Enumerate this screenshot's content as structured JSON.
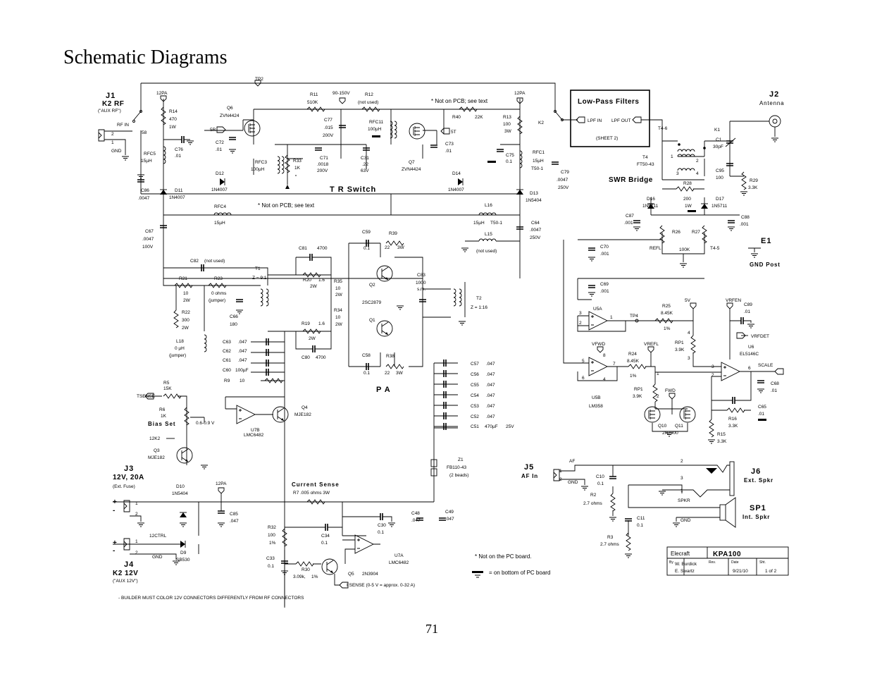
{
  "page": {
    "title": "Schematic Diagrams",
    "page_number": "71"
  },
  "sections": {
    "tr_switch": "T R  Switch",
    "pa": "P A",
    "lpf": "Low-Pass  Filters",
    "lpf_in": "LPF  IN",
    "lpf_out": "LPF  OUT",
    "lpf_sheet": "(SHEET  2)",
    "swr": "SWR  Bridge",
    "bias": "Bias  Set",
    "bias_range": "0.6-0.9  V",
    "current": "Current  Sense",
    "current_sub": "R7  .005 ohms    3W",
    "isense_note": "I SENSE    (0-5  V  = approx.  0-32  A)",
    "not_on_pcb": "* Not on  PCB; see text",
    "builder_note": "- BUILDER  MUST  COLOR 12V  CONNECTORS DIFFERENTLY    FROM RF CONNECTORS"
  },
  "connectors": {
    "j1": {
      "ref": "J1",
      "name": "K2  RF",
      "sub": "(\"AUX  RF\")",
      "rf_in": "RF  IN",
      "gnd": "GND"
    },
    "j2": {
      "ref": "J2",
      "name": "Antenna"
    },
    "j3": {
      "ref": "J3",
      "name": "12V,  20A",
      "sub": "(Ext.  Fuse)"
    },
    "j4": {
      "ref": "J4",
      "name": "K2  12V",
      "sub": "(\"AUX  12V\")",
      "gnd": "GND"
    },
    "j5": {
      "ref": "J5",
      "name": "AF  In",
      "af": "AF",
      "gnd": "GND"
    },
    "j6": {
      "ref": "J6",
      "name": "Ext.  Spkr"
    },
    "sp1": {
      "ref": "SP1",
      "name": "Int.  Spkr",
      "spkr": "SPKR",
      "gnd": "GND"
    },
    "e1": {
      "ref": "E1",
      "name": "GND  Post"
    }
  },
  "nets": [
    "TP2",
    "12PA",
    "12PA",
    "12PA",
    "5R",
    "5T",
    "58",
    "TSENSE",
    "12K2",
    "12CTRL",
    "VFWD",
    "VREFL",
    "5V",
    "VRFEN",
    "VRFDET",
    "SCALE",
    "TP4",
    "FWD",
    "REFL",
    "T4-5",
    "T4-6",
    "K1",
    "K2"
  ],
  "parts": {
    "r14": [
      "R14",
      "470",
      "1W"
    ],
    "c76": [
      "C76",
      ".01"
    ],
    "rfc5": [
      "RFC5",
      "15µH"
    ],
    "c86": [
      "C86",
      ".0047"
    ],
    "d11": [
      "D11",
      "1N4007"
    ],
    "q6": [
      "Q6",
      "ZVN4424"
    ],
    "c72": [
      "C72",
      ".01"
    ],
    "rfc3": [
      "RFC3",
      "100µH"
    ],
    "r33": [
      "R33",
      "1K"
    ],
    "d12": [
      "D12",
      "1N4007"
    ],
    "r11": [
      "R11",
      "510K"
    ],
    "v90": [
      "90-150V"
    ],
    "c77": [
      "C77",
      ".015",
      "200V"
    ],
    "c71": [
      "C71",
      ".0018",
      "200V"
    ],
    "r12": [
      "R12",
      "(not used)"
    ],
    "rfc11": [
      "RFC11",
      "100µH"
    ],
    "c31": [
      "C31",
      ".22",
      "63V"
    ],
    "q7": [
      "Q7",
      "ZVN4424"
    ],
    "r40": [
      "R40",
      "22K"
    ],
    "c73": [
      "C73",
      ".01"
    ],
    "d14": [
      "D14",
      "1N4007"
    ],
    "r13": [
      "R13",
      "100",
      "3W"
    ],
    "c75": [
      "C75",
      "0.1"
    ],
    "rfc1": [
      "RFC1",
      "15µH",
      "T50-1"
    ],
    "d13": [
      "D13",
      "1N5404"
    ],
    "c79": [
      "C79",
      ".0047",
      "250V"
    ],
    "rfc4": [
      "RFC4",
      "15µH"
    ],
    "l16": [
      "L16",
      "15µH",
      "T50-1"
    ],
    "l15": [
      "L15",
      "(not used)"
    ],
    "c64": [
      "C64",
      ".0047",
      "250V"
    ],
    "c67": [
      "C67",
      ".0047",
      "100V"
    ],
    "c82": [
      "C82",
      "(not used)"
    ],
    "r21": [
      "R21",
      "10",
      "2W"
    ],
    "r23": [
      "R23",
      "0 ohms",
      "(jumper)"
    ],
    "r22": [
      "R22",
      "300",
      "2W"
    ],
    "l18": [
      "L18",
      "0 µH",
      "(jumper)"
    ],
    "t1": [
      "T1",
      "Z = 9:1"
    ],
    "c66": [
      "C66",
      "180"
    ],
    "c81": [
      "C81",
      "4700"
    ],
    "r20": [
      "R20",
      "1.6",
      "2W"
    ],
    "r35": [
      "R35",
      "10",
      "2W"
    ],
    "r34": [
      "R34",
      "10",
      "2W"
    ],
    "r19": [
      "R19",
      "1.6",
      "2W"
    ],
    "c80": [
      "C80",
      "4700"
    ],
    "c59": [
      "C59",
      "0.1"
    ],
    "r39": [
      "R39",
      "22",
      "3W"
    ],
    "q2": [
      "Q2"
    ],
    "q1": [
      "Q1"
    ],
    "q_type": [
      "2SC2879"
    ],
    "c83": [
      "C83",
      "1000",
      "s.m."
    ],
    "t2": [
      "T2",
      "Z = 1:16"
    ],
    "c58": [
      "C58",
      "0.1"
    ],
    "r38": [
      "R38",
      "22",
      "3W"
    ],
    "c63": [
      "C63",
      ".047"
    ],
    "c62": [
      "C62",
      ".047"
    ],
    "c61": [
      "C61",
      ".047"
    ],
    "c60": [
      "C60",
      "100µF"
    ],
    "r9": [
      "R9",
      "10"
    ],
    "c57": [
      "C57",
      ".047"
    ],
    "c56": [
      "C56",
      ".047"
    ],
    "c55": [
      "C55",
      ".047"
    ],
    "c54": [
      "C54",
      ".047"
    ],
    "c53": [
      "C53",
      ".047"
    ],
    "c52": [
      "C52",
      ".047"
    ],
    "c51": [
      "C51",
      "470µF",
      "25V"
    ],
    "r5": [
      "R5",
      "15K"
    ],
    "r6": [
      "R6",
      "1K"
    ],
    "u7b": [
      "U7B",
      "LMC6482"
    ],
    "q4": [
      "Q4",
      "MJE182"
    ],
    "q3": [
      "Q3",
      "MJE182"
    ],
    "z1": [
      "Z1",
      "FB110-43",
      "(2  beads)"
    ],
    "d10": [
      "D10",
      "1N5404"
    ],
    "c85": [
      "C85",
      ".047"
    ],
    "d9": [
      "D9",
      "SB530"
    ],
    "r32": [
      "R32",
      "100",
      "1%"
    ],
    "c33": [
      "C33",
      "0.1"
    ],
    "c34": [
      "C34",
      "0.1"
    ],
    "c30": [
      "C30",
      "0.1"
    ],
    "r30": [
      "R30",
      "3.09k,",
      "1%"
    ],
    "q5": [
      "Q5",
      "2N3904"
    ],
    "u7a": [
      "U7A",
      "LMC6482"
    ],
    "c48": [
      "C48",
      ".047"
    ],
    "c49": [
      "C49",
      ".047"
    ],
    "c1": [
      "C1",
      "30pF"
    ],
    "t4": [
      "T4",
      "FT50-43"
    ],
    "c95": [
      "C95",
      "100"
    ],
    "r29": [
      "R29",
      "3.3K"
    ],
    "r28": [
      "R28",
      "200",
      "1W"
    ],
    "d16": [
      "D16",
      "1N5711"
    ],
    "d17": [
      "D17",
      "1N5711"
    ],
    "c87": [
      "C87",
      ".001"
    ],
    "c88": [
      "C88",
      ".001"
    ],
    "r26": [
      "R26"
    ],
    "r27": [
      "R27"
    ],
    "r26_val": [
      "100K"
    ],
    "c70": [
      "C70",
      ".001"
    ],
    "c69": [
      "C69",
      ".001"
    ],
    "u5a": [
      "U5A"
    ],
    "r25": [
      "R25",
      "8.45K",
      "1%"
    ],
    "rp1a": [
      "RP1",
      "3.9K"
    ],
    "c89": [
      "C89",
      ".01"
    ],
    "u6": [
      "U6",
      "EL5146C"
    ],
    "r24": [
      "R24",
      "8.45K",
      "1%"
    ],
    "u5b": [
      "U5B",
      "LM358"
    ],
    "rp1b": [
      "RP1",
      "3.9K"
    ],
    "q10": [
      "Q10"
    ],
    "q11": [
      "Q11"
    ],
    "q1011": [
      "2N7000"
    ],
    "c68": [
      "C68",
      ".01"
    ],
    "c65": [
      "C65",
      ".01"
    ],
    "r16": [
      "R16",
      "3.3K"
    ],
    "r15": [
      "R15",
      "3.3K"
    ],
    "c10": [
      "C10",
      "0.1"
    ],
    "r2": [
      "R2",
      "2.7 ohms"
    ],
    "c11": [
      "C11",
      "0.1"
    ],
    "r3": [
      "R3",
      "2.7 ohms"
    ]
  },
  "legend": {
    "star": "*  Not  on  the  PC board.",
    "bottom": "= on bottom  of PC board"
  },
  "title_block": {
    "company": "Elecraft",
    "product": "KPA100",
    "by_label": "By",
    "by": "W.  Burdick",
    "by2": "E.  Swartz",
    "rev_label": "Rev.",
    "date_label": "Date",
    "date": "9/21/10",
    "sht_label": "Sht.",
    "sheet": "1  of 2"
  }
}
